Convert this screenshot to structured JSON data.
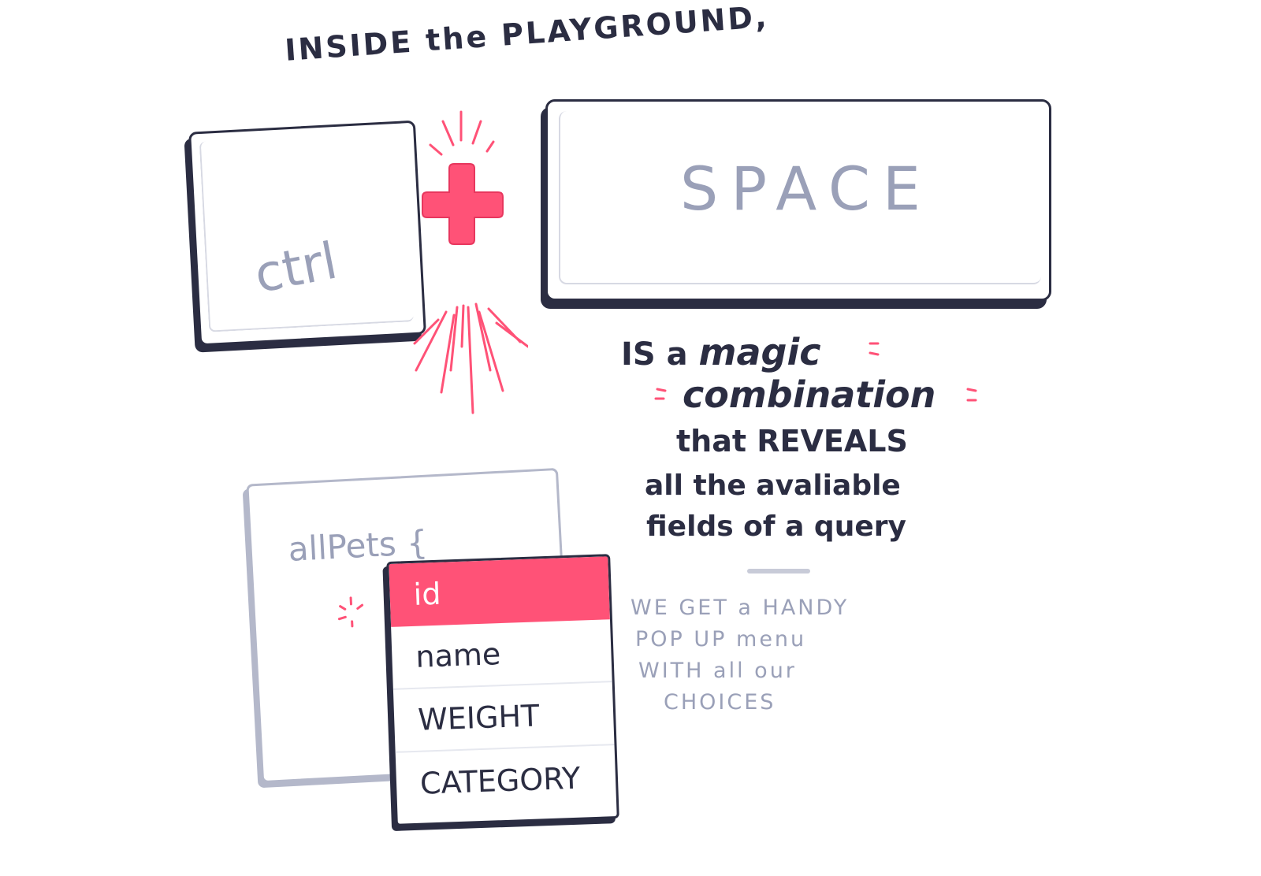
{
  "header": {
    "title": "INSIDE the PLAYGROUND,"
  },
  "keys": {
    "ctrl": "ctrl",
    "plus_symbol": "+",
    "space": "SPACE"
  },
  "description": {
    "line1_prefix": "IS a",
    "line1_emphasis": "magic",
    "line2": "combination",
    "line3": "that REVEALS",
    "line4": "all the avaliable",
    "line5": "fields of a query"
  },
  "note": {
    "line1": "WE GET a HANDY",
    "line2": "POP UP menu",
    "line3": "WITH all our",
    "line4": "CHOICES"
  },
  "editor": {
    "code": "allPets {"
  },
  "menu": {
    "items": [
      {
        "label": "id",
        "selected": true
      },
      {
        "label": "name",
        "selected": false
      },
      {
        "label": "WEIGHT",
        "selected": false
      },
      {
        "label": "CATEGORY",
        "selected": false
      }
    ]
  },
  "colors": {
    "accent": "#ff5277",
    "ink": "#2b2d42",
    "muted": "#9aa0b8"
  }
}
